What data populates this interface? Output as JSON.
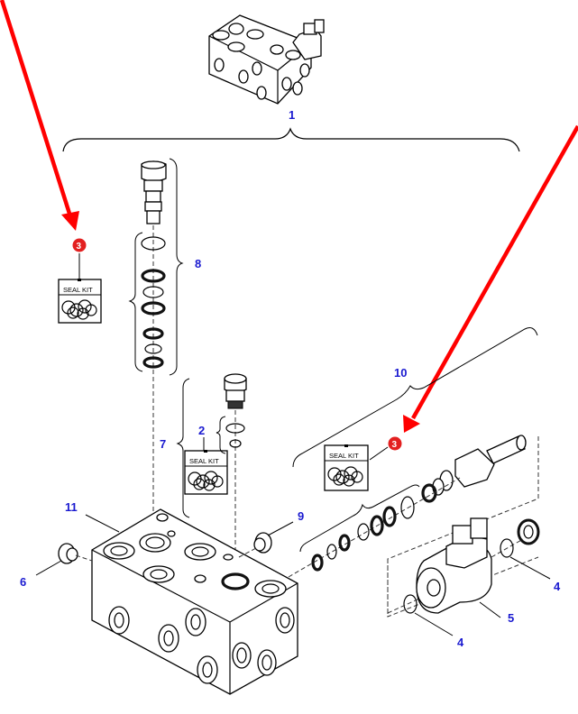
{
  "diagram": {
    "type": "exploded-parts-illustration",
    "subject": "Hydraulic valve block assembly",
    "callouts": {
      "block_assembly": "1",
      "seal_kit_small": "2",
      "seal_kit_marker_left": "3",
      "seal_kit_marker_right": "3",
      "oring_upper": "4",
      "oring_lower": "4",
      "solenoid_coil": "5",
      "plug_left": "6",
      "cartridge_valve_small": "7",
      "cartridge_valve_large": "8",
      "plug_right": "9",
      "solenoid_valve_group": "10",
      "valve_body": "11"
    },
    "seal_kits": [
      {
        "label": "SEAL KIT"
      },
      {
        "label": "SEAL KIT"
      },
      {
        "label": "SEAL KIT"
      }
    ],
    "highlight_color": "#ff0000",
    "callout_color": "#1a1ad0"
  }
}
